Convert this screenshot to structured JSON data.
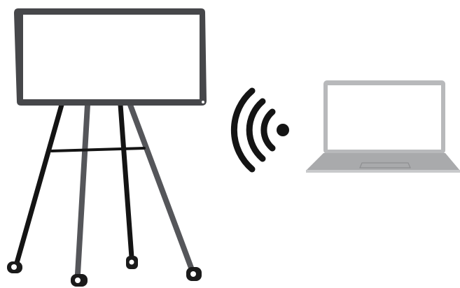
{
  "illustration": {
    "elements": [
      {
        "kind": "display",
        "icon": "rolling-stand-display-icon"
      },
      {
        "kind": "signal",
        "icon": "wireless-signal-icon"
      },
      {
        "kind": "laptop",
        "icon": "laptop-icon"
      }
    ]
  },
  "colors": {
    "background": "#ffffff",
    "display_frame": "#46474a",
    "display_screen": "#ffffff",
    "stand": "#3b3c3e",
    "stand_dark": "#141414",
    "wheel": "#1a1a1a",
    "signal": "#141414",
    "laptop_body": "#b8b9bb",
    "laptop_screen": "#ffffff",
    "laptop_base": "#a9aaac"
  }
}
